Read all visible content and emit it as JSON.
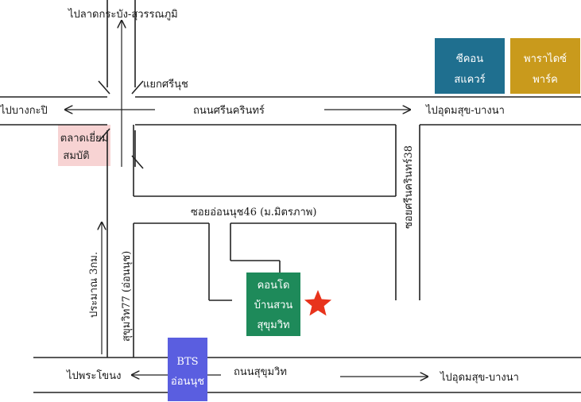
{
  "labels": {
    "to_lat_krabang": "ไปลาดกระบัง-สุวรรณภูมิ",
    "srinut_junction": "แยกศรีนุช",
    "to_bang_kapi": "ไปบางกะปิ",
    "srinakarin_road": "ถนนศรีนครินทร์",
    "to_udomsuk_top": "ไปอุดมสุข-บางนา",
    "soi_srinakarin38": "ซอยศรีนครินทร์38",
    "soi_onnut46": "ซอยอ่อนนุช46 (ม.มิตรภาพ)",
    "sukhumvit77": "สุขุมวิท77 (อ่อนนุช)",
    "approx_3km": "ประมาณ 3กม.",
    "to_phra_khanong": "ไปพระโขนง",
    "sukhumvit_road": "ถนนสุขุมวิท",
    "to_udomsuk_bottom": "ไปอุดมสุข-บางนา"
  },
  "landmarks": {
    "seacon_line1": "ซีคอน",
    "seacon_line2": "สแควร์",
    "paradise_line1": "พาราไดซ์",
    "paradise_line2": "พาร์ค",
    "market_line1": "ตลาดเยี่ยม",
    "market_line2": "สมบัติ",
    "condo_line1": "คอนโด",
    "condo_line2": "บ้านสวน",
    "condo_line3": "สุขุมวิท",
    "bts_line1": "BTS",
    "bts_line2": "อ่อนนุช"
  },
  "colors": {
    "seacon": "#1f6f8f",
    "paradise": "#c99a1c",
    "market": "#f7d3d3",
    "condo": "#1e8a5a",
    "bts": "#5a5ee0",
    "star": "#e8331c",
    "road": "#222222"
  },
  "icons": {
    "destination_marker": "star-icon"
  }
}
